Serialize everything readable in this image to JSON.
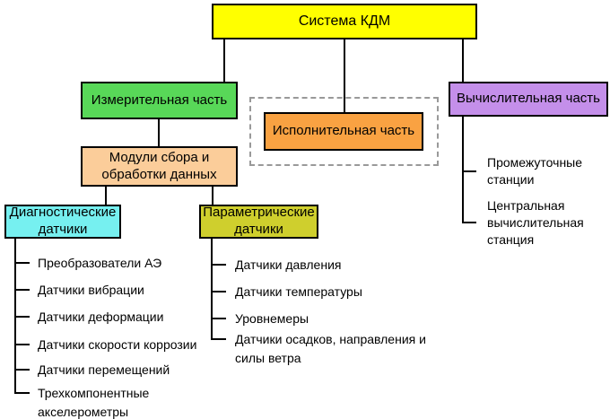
{
  "title": "Система КДМ",
  "colors": {
    "root": "#FFFF00",
    "measuring": "#58D858",
    "executive": "#F9A242",
    "computing": "#C48FEA",
    "modules": "#FBCD9A",
    "diagnostic": "#76F0F0",
    "parametric": "#CFCF2D",
    "connector": "#000000",
    "dashed_border": "#999999"
  },
  "boxes": {
    "root": "Система КДМ",
    "measuring": "Измерительная часть",
    "executive": "Исполнительная часть",
    "computing": "Вычислительная часть",
    "modules": "Модули сбора и обработки данных",
    "diagnostic": "Диагностические датчики",
    "parametric": "Параметрические датчики"
  },
  "diagnostic_items": [
    "Преобразователи АЭ",
    "Датчики вибрации",
    "Датчики деформации",
    "Датчики скорости коррозии",
    "Датчики перемещений",
    "Трехкомпонентные акселерометры"
  ],
  "parametric_items": [
    "Датчики давления",
    "Датчики температуры",
    "Уровнемеры",
    "Датчики осадков, направления и силы ветра"
  ],
  "computing_items": [
    "Промежуточные станции",
    "Центральная вычислительная станция"
  ]
}
